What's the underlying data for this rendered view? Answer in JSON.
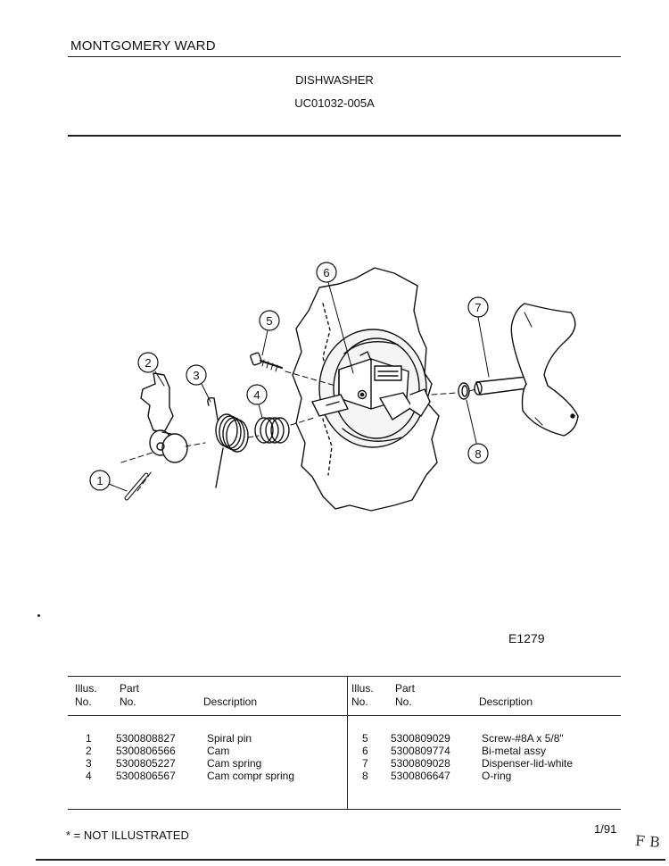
{
  "header": {
    "brand": "MONTGOMERY WARD",
    "title": "DISHWASHER",
    "model": "UC01032-005A"
  },
  "diagram": {
    "callouts": [
      "1",
      "2",
      "3",
      "4",
      "5",
      "6",
      "7",
      "8"
    ],
    "code": "E1279"
  },
  "table": {
    "headers": {
      "illus_line1": "Illus.",
      "illus_line2": "No.",
      "part_line1": "Part",
      "part_line2": "No.",
      "description": "Description"
    },
    "left_rows": [
      {
        "illus": "1",
        "part": "5300808827",
        "description": "Spiral pin"
      },
      {
        "illus": "2",
        "part": "5300806566",
        "description": "Cam"
      },
      {
        "illus": "3",
        "part": "5300805227",
        "description": "Cam spring"
      },
      {
        "illus": "4",
        "part": "5300806567",
        "description": "Cam compr spring"
      }
    ],
    "right_rows": [
      {
        "illus": "5",
        "part": "5300809029",
        "description": "Screw-#8A x 5/8\""
      },
      {
        "illus": "6",
        "part": "5300809774",
        "description": "Bi-metal assy"
      },
      {
        "illus": "7",
        "part": "5300809028",
        "description": "Dispenser-lid-white"
      },
      {
        "illus": "8",
        "part": "5300806647",
        "description": "O-ring"
      }
    ]
  },
  "footer": {
    "note": "* = NOT ILLUSTRATED",
    "page": "1/91",
    "handwriting": "F B"
  }
}
